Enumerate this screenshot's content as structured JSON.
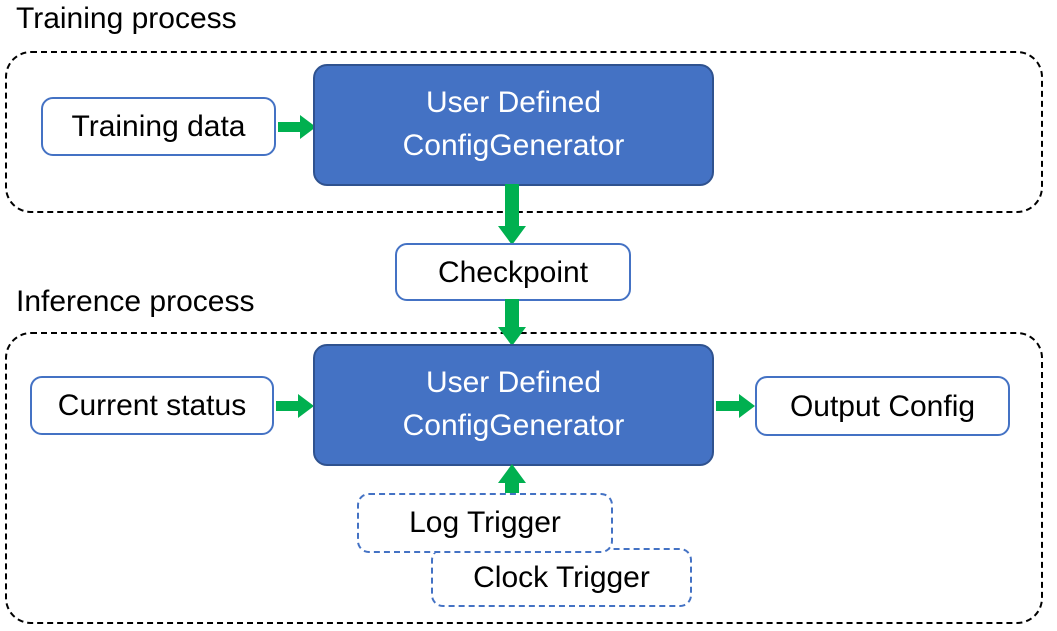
{
  "diagram": {
    "title_training": "Training process",
    "title_inference": "Inference process",
    "colors": {
      "process_fill": "#4472C4",
      "process_border": "#2F528F",
      "node_border": "#4472C4",
      "arrow_green": "#00B050",
      "group_border": "#000000",
      "text_dark": "#000000",
      "text_light": "#FFFFFF"
    }
  },
  "training_section": {
    "caption": "Training process",
    "input_node": "Training data",
    "process_line1": "User Defined",
    "process_line2": "ConfigGenerator"
  },
  "checkpoint": {
    "label": "Checkpoint"
  },
  "inference_section": {
    "caption": "Inference process",
    "input_node": "Current status",
    "process_line1": "User Defined",
    "process_line2": "ConfigGenerator",
    "output_node": "Output Config",
    "triggers": [
      {
        "label": "Log Trigger"
      },
      {
        "label": "Clock Trigger"
      }
    ]
  },
  "edges": [
    {
      "id": "training-data-to-process",
      "from": "Training data",
      "to": "User Defined ConfigGenerator",
      "direction": "right"
    },
    {
      "id": "process-to-checkpoint",
      "from": "User Defined ConfigGenerator",
      "to": "Checkpoint",
      "direction": "down"
    },
    {
      "id": "checkpoint-to-inference",
      "from": "Checkpoint",
      "to": "User Defined ConfigGenerator",
      "direction": "down"
    },
    {
      "id": "current-status-to-process",
      "from": "Current status",
      "to": "User Defined ConfigGenerator",
      "direction": "right"
    },
    {
      "id": "process-to-output",
      "from": "User Defined ConfigGenerator",
      "to": "Output Config",
      "direction": "right"
    },
    {
      "id": "trigger-to-process",
      "from": "Log Trigger",
      "to": "User Defined ConfigGenerator",
      "direction": "up"
    }
  ]
}
